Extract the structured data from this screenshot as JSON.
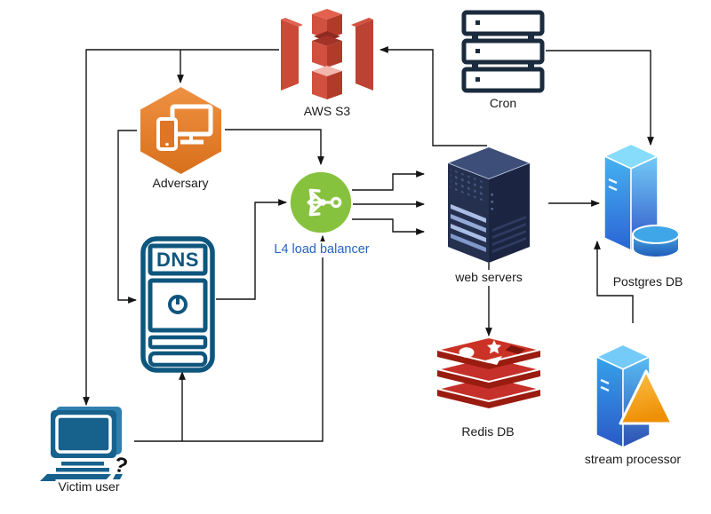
{
  "diagram": {
    "background": "#ffffff",
    "line_color": "#141414",
    "nodes": {
      "aws_s3": {
        "label": "AWS S3",
        "icon": "s3-bucket-icon",
        "color": "#D2503F"
      },
      "cron": {
        "label": "Cron",
        "icon": "server-stack-icon",
        "color": "#1B2B3E"
      },
      "adversary": {
        "label": "Adversary",
        "icon": "devices-hexagon-icon",
        "color": "#E07A28"
      },
      "dns": {
        "label": "DNS",
        "inner_text": "DNS",
        "icon": "dns-server-tower-icon",
        "color": "#0E567E"
      },
      "load_balancer": {
        "label": "L4 load balancer",
        "icon": "load-balancer-icon",
        "color": "#87C23F",
        "label_color": "#2563C4"
      },
      "web_servers": {
        "label": "web servers",
        "icon": "server-tower-icon",
        "color": "#25304F"
      },
      "postgres_db": {
        "label": "Postgres DB",
        "icon": "database-box-cylinder-icon",
        "color": "#2F86D6"
      },
      "redis_db": {
        "label": "Redis DB",
        "icon": "redis-stack-icon",
        "color": "#C6302B"
      },
      "stream_processor": {
        "label": "stream processor",
        "icon": "stream-processor-icon",
        "color": "#2F9BE8"
      },
      "victim_user": {
        "label": "Victim user",
        "icon": "desktop-computer-icon",
        "color": "#17618D",
        "icon_mark": "?"
      }
    },
    "edges": [
      {
        "from": "web_servers",
        "to": "aws_s3"
      },
      {
        "from": "aws_s3",
        "to": "victim_user"
      },
      {
        "from": "aws_s3",
        "to": "adversary"
      },
      {
        "from": "adversary",
        "to": "load_balancer"
      },
      {
        "from": "adversary",
        "to": "dns"
      },
      {
        "from": "victim_user",
        "to": "load_balancer"
      },
      {
        "from": "victim_user",
        "to": "dns"
      },
      {
        "from": "dns",
        "to": "load_balancer"
      },
      {
        "from": "load_balancer",
        "to": "web_servers"
      },
      {
        "from": "load_balancer",
        "to": "web_servers"
      },
      {
        "from": "load_balancer",
        "to": "web_servers"
      },
      {
        "from": "web_servers",
        "to": "redis_db"
      },
      {
        "from": "web_servers",
        "to": "postgres_db"
      },
      {
        "from": "cron",
        "to": "postgres_db"
      },
      {
        "from": "stream_processor",
        "to": "postgres_db"
      }
    ]
  }
}
